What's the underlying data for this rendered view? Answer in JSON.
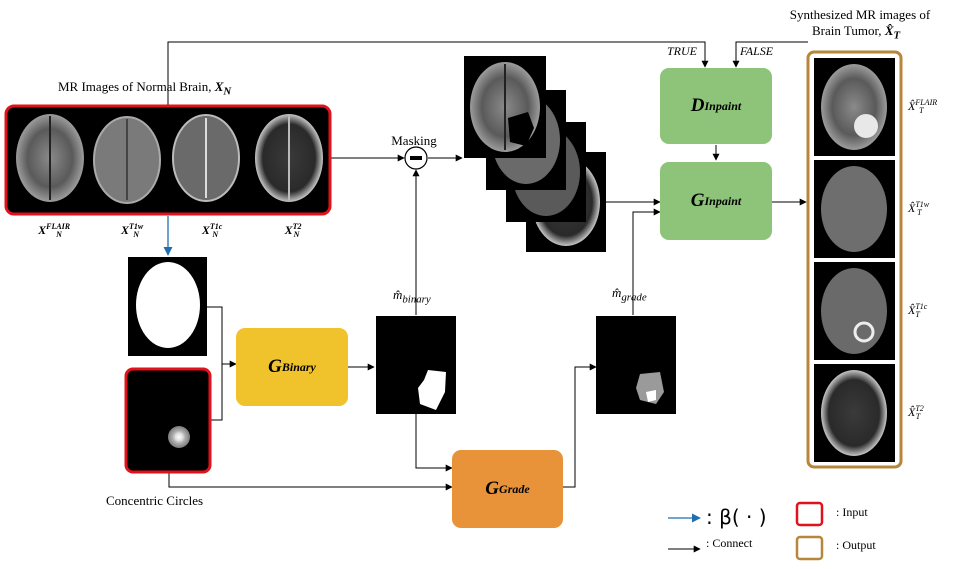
{
  "title": {
    "line1": "Synthesized MR images of",
    "line2": "Brain Tumor,",
    "symbol": "X̂",
    "symbol_sub": "T"
  },
  "labels": {
    "normal_brain": "MR Images  of  Normal Brain,",
    "normal_symbol": "X",
    "normal_symbol_sub": "N",
    "masking": "Masking",
    "true_label": "TRUE",
    "false_label": "FALSE",
    "concentric": "Concentric Circles",
    "m_binary": "m̂",
    "m_binary_sub": "binary",
    "m_grade": "m̂",
    "m_grade_sub": "grade"
  },
  "inputs": [
    {
      "sym": "X",
      "sup": "FLAIR",
      "sub": "N"
    },
    {
      "sym": "X",
      "sup": "T1w",
      "sub": "N"
    },
    {
      "sym": "X",
      "sup": "T1c",
      "sub": "N"
    },
    {
      "sym": "X",
      "sup": "T2",
      "sub": "N"
    }
  ],
  "outputs": [
    {
      "sym": "X̂",
      "sup": "FLAIR",
      "sub": "T"
    },
    {
      "sym": "X̂",
      "sup": "T1w",
      "sub": "T"
    },
    {
      "sym": "X̂",
      "sup": "T1c",
      "sub": "T"
    },
    {
      "sym": "X̂",
      "sup": "T2",
      "sub": "T"
    }
  ],
  "blocks": {
    "d_inpaint": {
      "main": "D",
      "sub": "Inpaint"
    },
    "g_inpaint": {
      "main": "G",
      "sub": "Inpaint"
    },
    "g_binary": {
      "main": "G",
      "sub": "Binary"
    },
    "g_grade": {
      "main": "G",
      "sub": "Grade"
    }
  },
  "legend": {
    "beta": ": β( · )",
    "connect": ": Connect",
    "input": ": Input",
    "output": ": Output"
  },
  "colors": {
    "input_border": "#e0121b",
    "output_border": "#b8863b",
    "inpaint_green": "#8dc47a",
    "binary_yellow": "#f0c22c",
    "grade_orange": "#e8923a",
    "beta_arrow": "#1f6fb0"
  }
}
